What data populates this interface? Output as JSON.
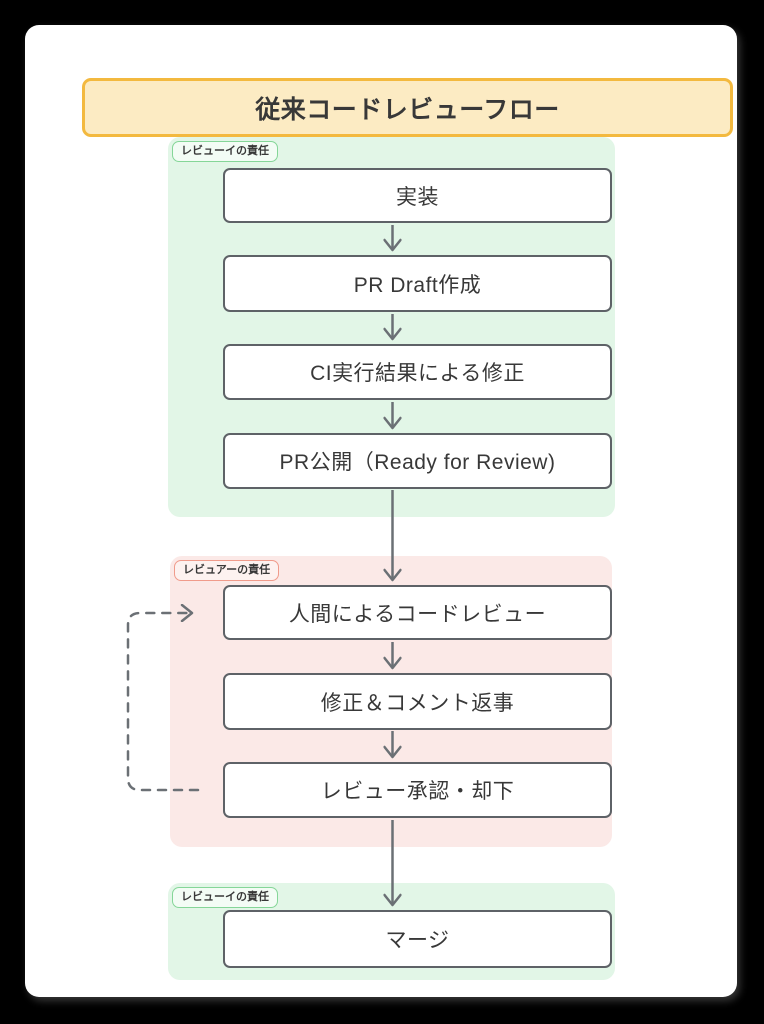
{
  "title": "従来コードレビューフロー",
  "sections": [
    {
      "badge": "レビューイの責任",
      "boxes": [
        "実装",
        "PR Draft作成",
        "CI実行結果による修正",
        "PR公開（Ready for Review)"
      ]
    },
    {
      "badge": "レビュアーの責任",
      "boxes": [
        "人間によるコードレビュー",
        "修正＆コメント返事",
        "レビュー承認・却下"
      ]
    },
    {
      "badge": "レビューイの責任",
      "boxes": [
        "マージ"
      ]
    }
  ],
  "icons": {
    "down-arrow": "straight gray arrow with open chevron head",
    "feedback-loop-arrow": "dashed gray loop arrow from approval box back to human review box"
  },
  "colors": {
    "banner-fill": "#FCEBC3",
    "banner-border": "#F3B93F",
    "green-bg": "#E2F6E7",
    "green-badge-border": "#85D698",
    "red-bg": "#FBE9E7",
    "red-badge-border": "#F09B8B",
    "box-border": "#5E6267",
    "arrow": "#6B7075",
    "text": "#383838"
  }
}
